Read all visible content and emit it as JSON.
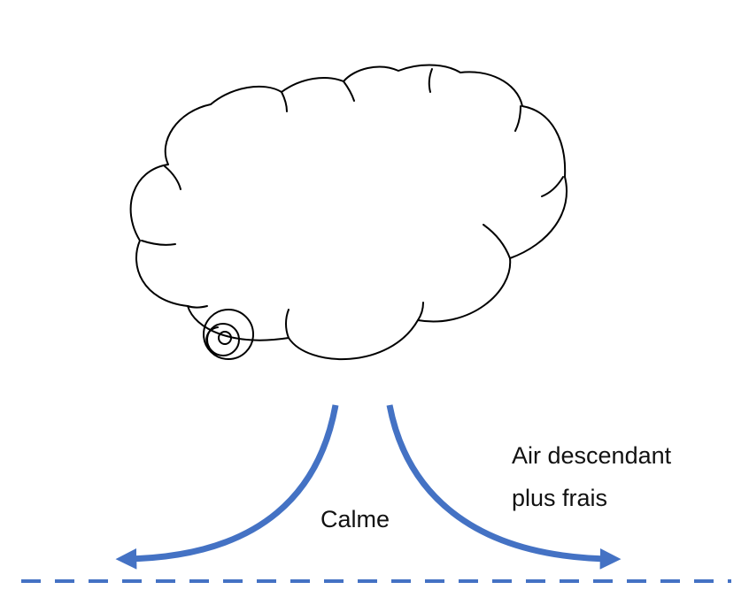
{
  "labels": {
    "calm": "Calme",
    "air_line1": "Air descendant",
    "air_line2": "plus frais"
  },
  "colors": {
    "flow_arrow": "#4472c4",
    "ground_line": "#4472c4",
    "cloud_outline": "#000000",
    "background": "#ffffff"
  },
  "icons": {
    "cloud": "cumulus-cloud-icon",
    "downdraft": "diverging-arrows-icon"
  }
}
